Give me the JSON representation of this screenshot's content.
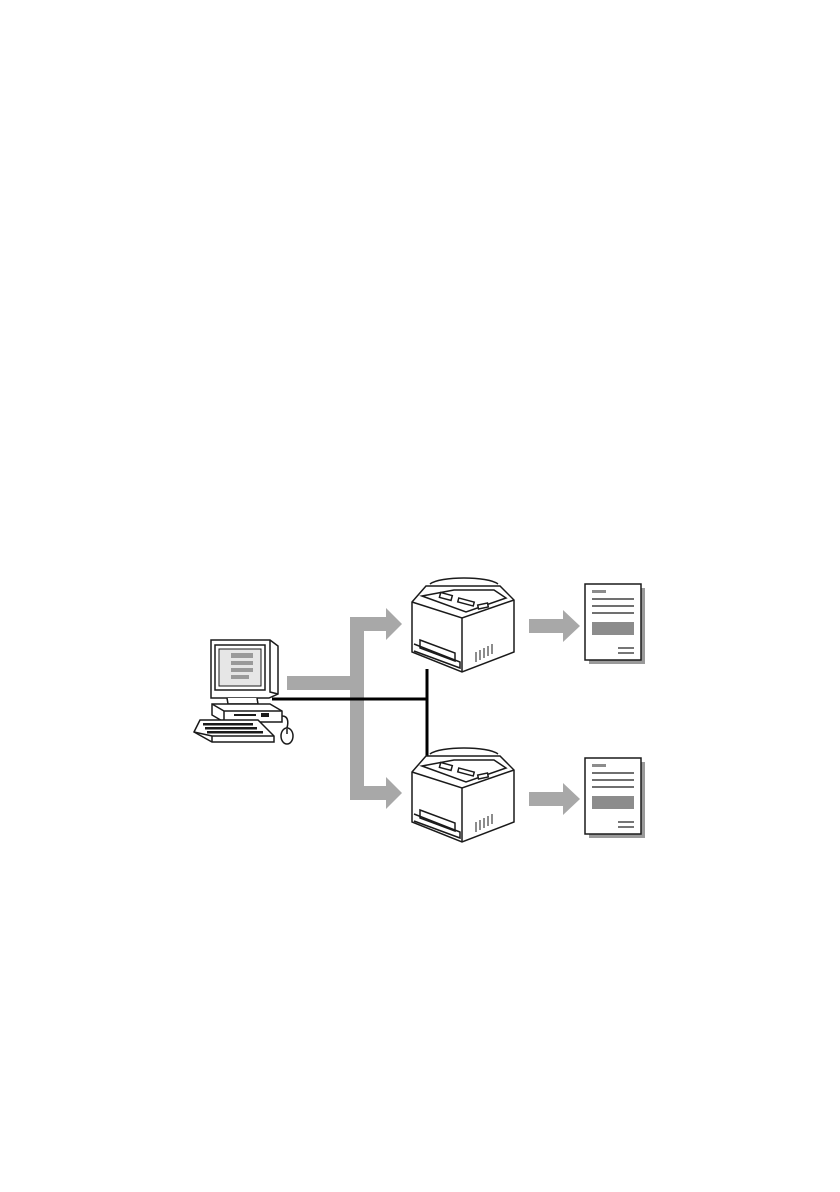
{
  "diagram": {
    "nodes": [
      {
        "id": "computer",
        "icon": "desktop-computer-icon"
      },
      {
        "id": "printer-top",
        "icon": "printer-icon"
      },
      {
        "id": "printer-bottom",
        "icon": "printer-icon"
      },
      {
        "id": "document-top",
        "icon": "document-icon"
      },
      {
        "id": "document-bottom",
        "icon": "document-icon"
      }
    ],
    "connections": [
      {
        "from": "computer",
        "to": "printer-top",
        "style": "gray-arrow"
      },
      {
        "from": "computer",
        "to": "printer-bottom",
        "style": "gray-arrow"
      },
      {
        "from": "printer-top",
        "to": "document-top",
        "style": "gray-arrow"
      },
      {
        "from": "printer-bottom",
        "to": "document-bottom",
        "style": "gray-arrow"
      },
      {
        "from": "computer",
        "to": "network",
        "style": "black-line"
      }
    ],
    "colors": {
      "arrow": "#a8a8a8",
      "line": "#000000",
      "outline": "#1a1a1a",
      "shadow": "#9a9a9a",
      "fill": "#ffffff",
      "text_bar": "#8c8c8c"
    }
  }
}
